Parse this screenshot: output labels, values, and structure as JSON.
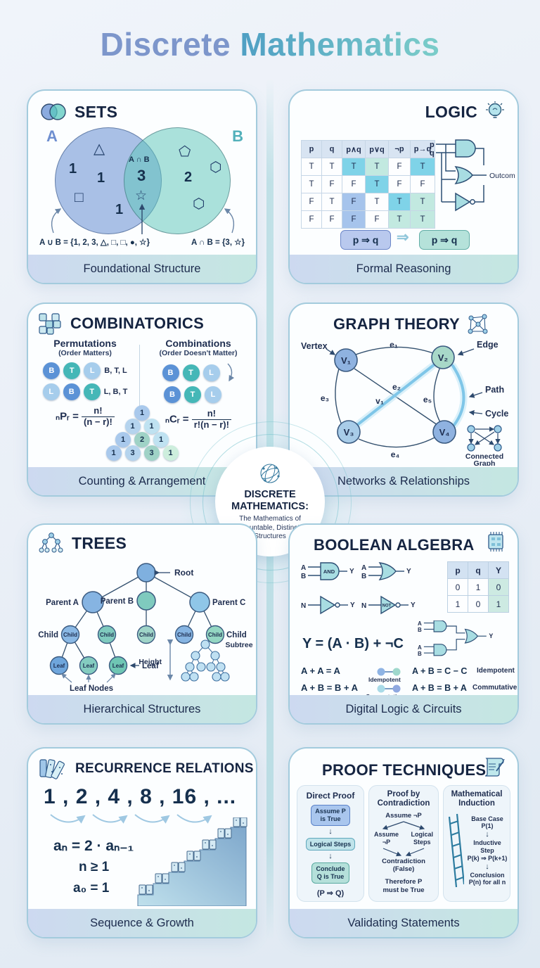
{
  "page": {
    "title_part1": "Discrete",
    "title_part2": "Mathematics"
  },
  "hub": {
    "title_line1": "DISCRETE",
    "title_line2": "MATHEMATICS:",
    "subtitle": "The Mathematics of Countable, Distinct Structures"
  },
  "sets": {
    "title": "SETS",
    "footer": "Foundational Structure",
    "label_a": "A",
    "label_b": "B",
    "inter_label": "A ∩ B",
    "a_shape1": "△",
    "a_num1": "1",
    "a_num2": "1",
    "a_shape2": "□",
    "a_num3": "1",
    "inter_num": "3",
    "inter_star": "☆",
    "b_shape1": "⬠",
    "b_num": "2",
    "b_shape2": "⬡",
    "b_shape3": "⬡",
    "union_eq": "A ∪ B = {1, 2, 3, △, □, □, ●, ☆}",
    "inter_eq": "A ∩ B = {3, ☆}"
  },
  "logic": {
    "title": "LOGIC",
    "footer": "Formal Reasoning",
    "headers": [
      "p",
      "q",
      "p∧q",
      "p∨q",
      "¬p",
      "p→q"
    ],
    "rows": [
      [
        "T",
        "T",
        "T",
        "T",
        "F",
        "T"
      ],
      [
        "T",
        "F",
        "F",
        "T",
        "F",
        "F"
      ],
      [
        "F",
        "T",
        "F",
        "T",
        "T",
        "T"
      ],
      [
        "F",
        "F",
        "F",
        "F",
        "T",
        "T"
      ]
    ],
    "in_p": "p",
    "in_q": "q",
    "outcome": "Outcome",
    "impl_left": "p ⇒ q",
    "impl_arrow": "⇒",
    "impl_right": "p ⇒ q"
  },
  "combinatorics": {
    "title": "COMBINATORICS",
    "footer": "Counting & Arrangement",
    "perm": {
      "heading": "Permutations",
      "sub": "(Order Matters)",
      "r1": [
        "B",
        "T",
        "L"
      ],
      "r1_label": "B, T, L",
      "r2": [
        "L",
        "B",
        "T"
      ],
      "r2_label": "L, B, T",
      "f_prefix": "ₙPᵣ =",
      "f_num": "n!",
      "f_den": "(n − r)!"
    },
    "comb": {
      "heading": "Combinations",
      "sub": "(Order Doesn't Matter)",
      "r1": [
        "B",
        "T",
        "L"
      ],
      "r2": [
        "B",
        "T",
        "L"
      ],
      "f_prefix": "ₙCᵣ =",
      "f_num": "n!",
      "f_den": "r!(n − r)!"
    },
    "pascal": [
      [
        "1"
      ],
      [
        "1",
        "1"
      ],
      [
        "1",
        "2",
        "1"
      ],
      [
        "1",
        "3",
        "3",
        "1"
      ]
    ]
  },
  "graph": {
    "title": "GRAPH THEORY",
    "footer": "Networks & Relationships",
    "v1": "V₁",
    "v2": "V₂",
    "v3": "V₃",
    "v4": "V₄",
    "e1": "e₁",
    "e2": "e₂",
    "e3": "e₃",
    "e4": "e₄",
    "e5": "e₅",
    "path_label": "v₁",
    "annot_vertex": "Vertex",
    "annot_edge": "Edge",
    "annot_path": "Path",
    "annot_cycle": "Cycle",
    "connected_1": "Connected",
    "connected_2": "Graph"
  },
  "trees": {
    "title": "TREES",
    "footer": "Hierarchical Structures",
    "root": "Root",
    "parent_a": "Parent A",
    "parent_b": "Parent B",
    "parent_c": "Parent C",
    "child": "Child",
    "child_left": "Child",
    "child_right": "Child",
    "leaf": "Leaf",
    "leaf_annot": "Leaf",
    "leaf_nodes": "Leaf Nodes",
    "height": "Height",
    "subtree": "Subtree"
  },
  "boolean": {
    "title": "BOOLEAN ALGEBRA",
    "footer": "Digital Logic & Circuits",
    "g_in_a": "A",
    "g_in_b": "B",
    "g_in_n": "N",
    "g_out": "Y",
    "and_label": "AND",
    "not_label": "NOT",
    "table_headers": [
      "p",
      "q",
      "Y"
    ],
    "table_rows": [
      [
        "0",
        "1",
        "0"
      ],
      [
        "1",
        "0",
        "1"
      ]
    ],
    "formula": "Y = (A · B) + ¬C",
    "laws": {
      "l1_eq": "A + A = A",
      "l1_name": "Idempotent",
      "l1_eq2": "A + B = C − C",
      "l1_name2": "Idempotent",
      "l2_eq": "A + B = B + A",
      "l2_name": "Commutative",
      "l2_eq2": "A + B = B + A",
      "l2_name2": "Commutative"
    }
  },
  "recurrence": {
    "title": "RECURRENCE RELATIONS",
    "footer": "Sequence & Growth",
    "sequence": "1 , 2 , 4 , 8 , 16 , ...",
    "f1": "aₙ = 2 · aₙ₋₁",
    "f2": "n ≥ 1",
    "f3": "a₀ = 1"
  },
  "proof": {
    "title": "PROOF TECHNIQUES",
    "footer": "Validating Statements",
    "arrow_down": "↓",
    "direct": {
      "heading": "Direct Proof",
      "s1a": "Assume P",
      "s1b": "is True",
      "s2": "Logical Steps",
      "s3a": "Conclude",
      "s3b": "Q is True",
      "conclusion": "(P ⇒ Q)"
    },
    "contradiction": {
      "heading1": "Proof by",
      "heading2": "Contradiction",
      "top": "Assume ¬P",
      "left1": "Assume",
      "left2": "¬P",
      "right1": "Logical",
      "right2": "Steps",
      "mid1": "Contradiction",
      "mid2": "(False)",
      "bottom1": "Therefore P",
      "bottom2": "must be True"
    },
    "induction": {
      "heading1": "Mathematical",
      "heading2": "Induction",
      "s1a": "Base Case",
      "s1b": "P(1)",
      "s2a": "Inductive Step",
      "s2b": "P(k) ⇒ P(k+1)",
      "s3a": "Conclusion",
      "s3b": "P(n) for all n"
    }
  }
}
